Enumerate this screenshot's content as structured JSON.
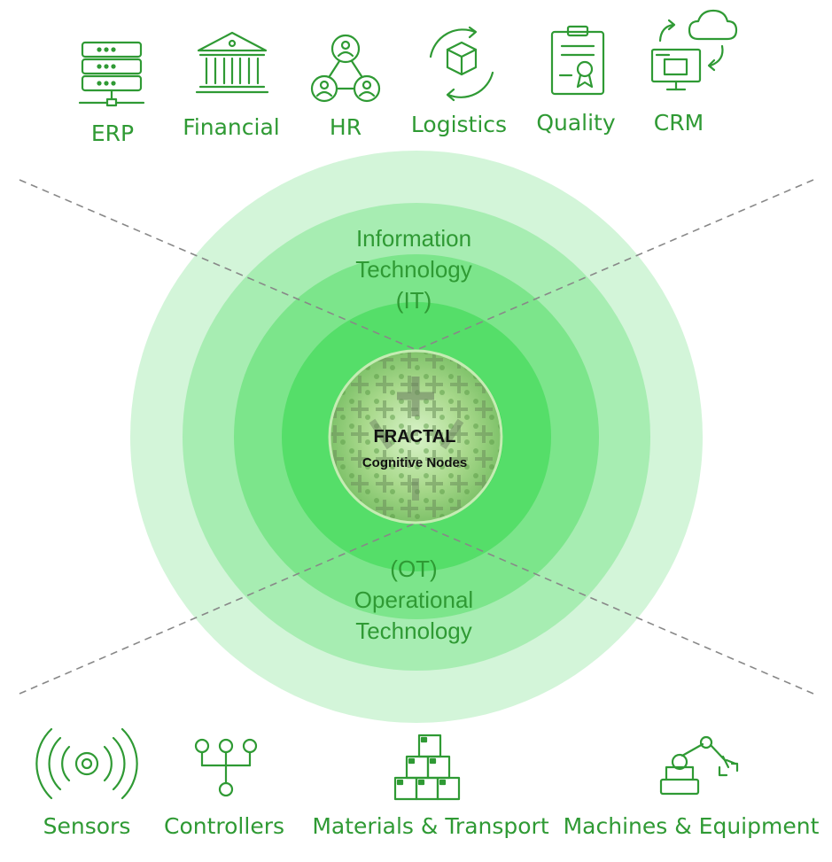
{
  "top_systems": [
    {
      "label": "ERP",
      "icon": "server-rack-icon"
    },
    {
      "label": "Financial",
      "icon": "bank-building-icon"
    },
    {
      "label": "HR",
      "icon": "people-network-icon"
    },
    {
      "label": "Logistics",
      "icon": "box-cycle-icon"
    },
    {
      "label": "Quality",
      "icon": "certificate-clipboard-icon"
    },
    {
      "label": "CRM",
      "icon": "cloud-monitor-icon"
    }
  ],
  "bottom_systems": [
    {
      "label": "Sensors",
      "icon": "sensor-waves-icon"
    },
    {
      "label": "Controllers",
      "icon": "controller-tree-icon"
    },
    {
      "label": "Materials & Transport",
      "icon": "stacked-boxes-icon"
    },
    {
      "label": "Machines & Equipment",
      "icon": "robot-arm-icon"
    }
  ],
  "rings": {
    "it_label_lines": [
      "Information",
      "Technology",
      "(IT)"
    ],
    "ot_label_lines": [
      "(OT)",
      "Operational",
      "Technology"
    ]
  },
  "core": {
    "title": "FRACTAL",
    "subtitle": "Cognitive Nodes"
  },
  "colors": {
    "accent": "#2f9a34",
    "ring_1": "#d3f5d9",
    "ring_2": "#a7edb2",
    "ring_3": "#7ce58b",
    "ring_4": "#55de69",
    "ring_5": "#3bd957",
    "divider": "#888888"
  }
}
